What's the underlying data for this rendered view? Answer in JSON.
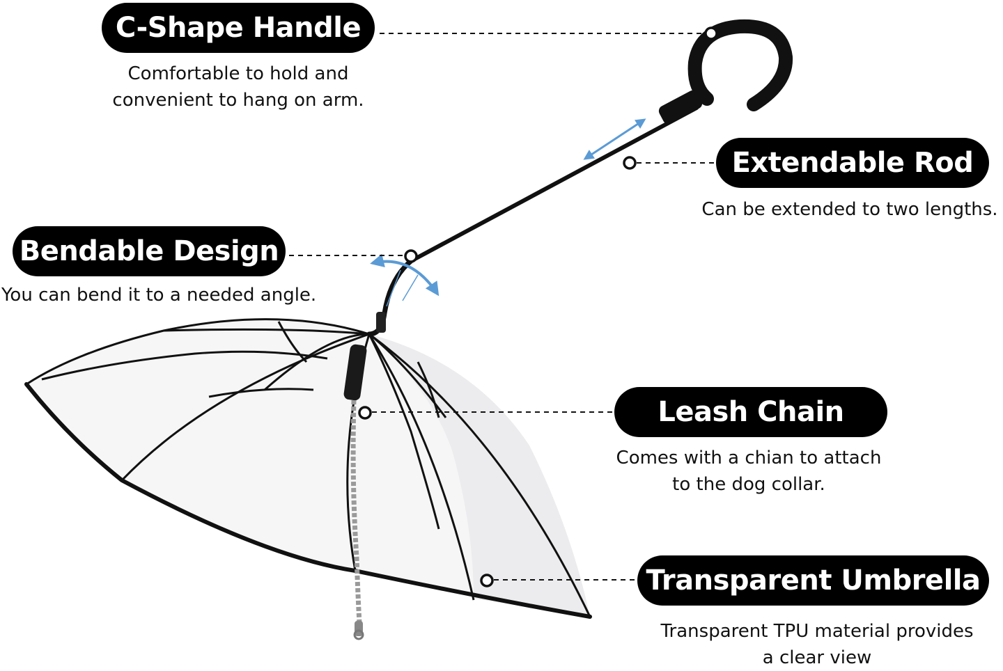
{
  "colors": {
    "pill": "#000000",
    "arrow": "#5b9bd5",
    "frame": "#111111",
    "chain": "#9a9a9a"
  },
  "callouts": {
    "handle": {
      "title": "C-Shape Handle",
      "lines": [
        "Comfortable to hold and",
        "convenient to hang on arm."
      ]
    },
    "rod": {
      "title": "Extendable Rod",
      "lines": [
        "Can be extended to two lengths."
      ]
    },
    "bend": {
      "title": "Bendable Design",
      "lines": [
        "You can bend it to a needed angle."
      ]
    },
    "leash": {
      "title": "Leash Chain",
      "lines": [
        "Comes with a chian to attach",
        "to the dog collar."
      ]
    },
    "umbrella": {
      "title": "Transparent Umbrella",
      "lines": [
        "Transparent TPU material provides",
        "a clear view"
      ]
    }
  },
  "icons": [
    "callout-dot-icon",
    "extend-arrow-icon",
    "bend-arrow-icon",
    "clip-hook-icon"
  ]
}
